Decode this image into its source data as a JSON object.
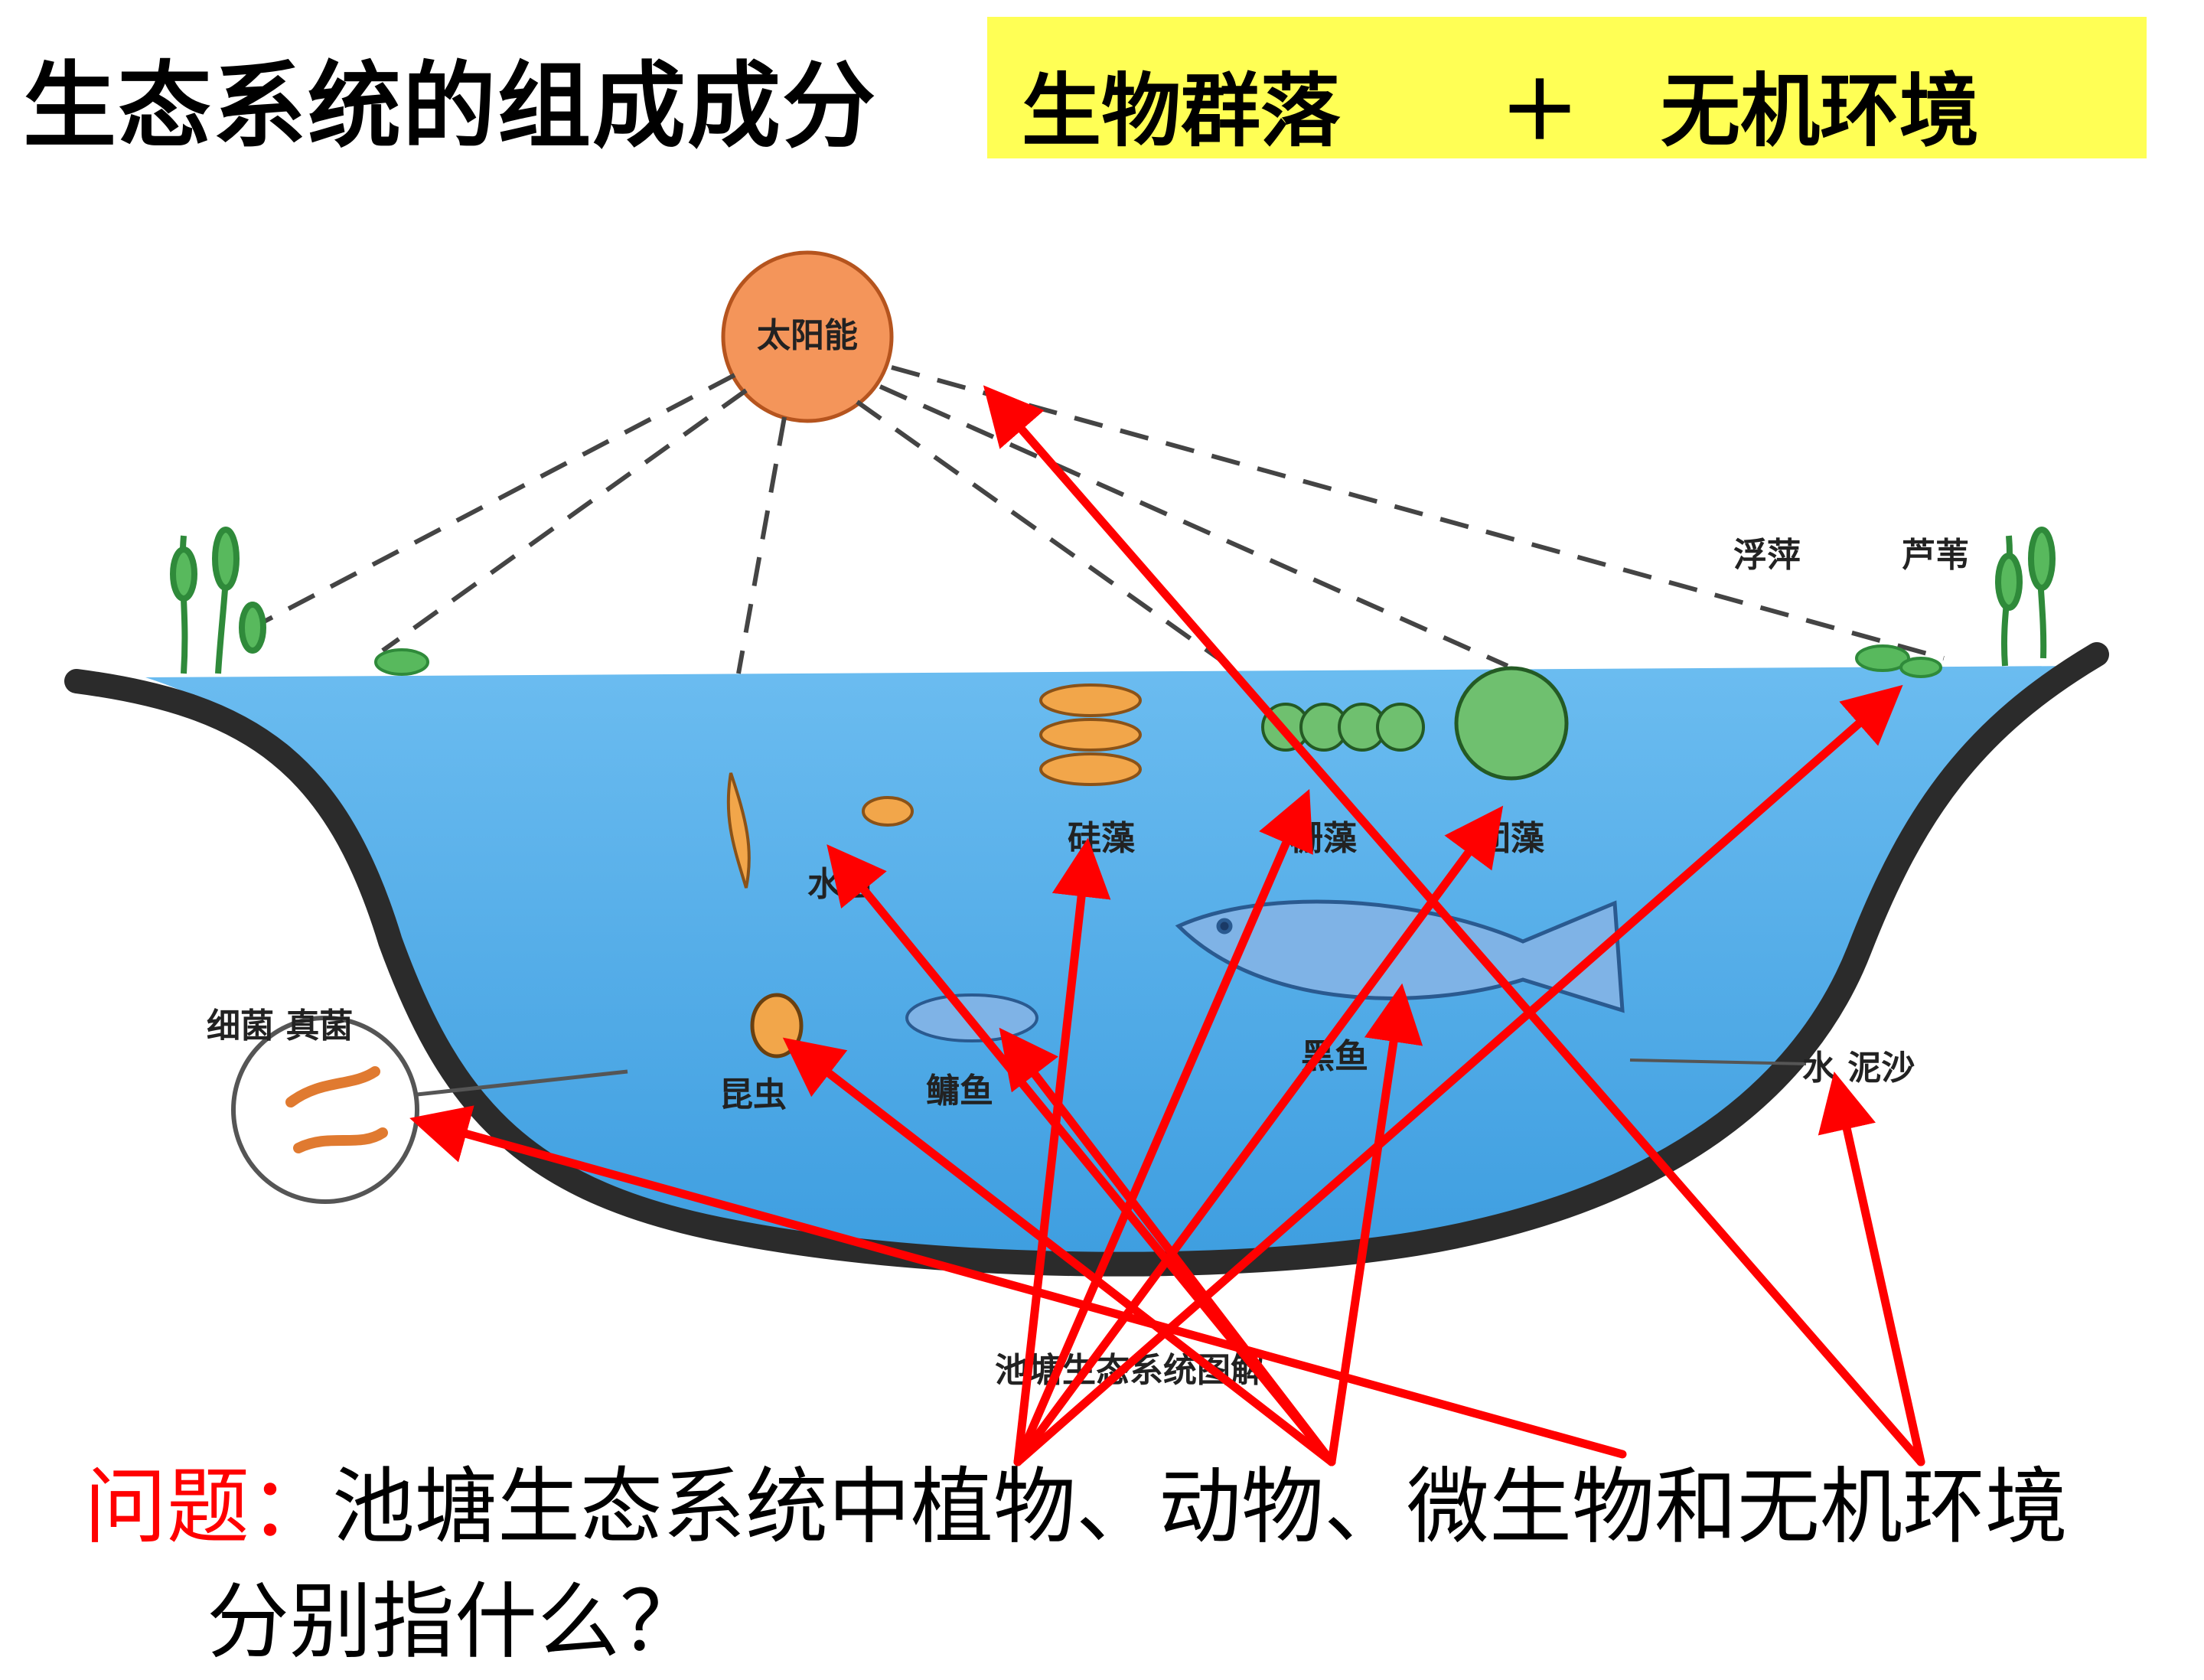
{
  "title": "生态系统的组成成分",
  "banner": {
    "left": "生物群落",
    "plus": "＋",
    "right": "无机环境"
  },
  "labels": {
    "sun": "太阳能",
    "duckweed": "浮萍",
    "reed": "芦苇",
    "diatom": "硅藻",
    "algae_a": "栅藻",
    "algae_b": "团藻",
    "water_flea": "水蚤",
    "microbes": "细菌 真菌",
    "insect": "昆虫",
    "carp": "鳙鱼",
    "fish": "黑鱼",
    "water_sand": "水  泥沙",
    "caption": "池塘生态系统图解"
  },
  "question": {
    "label": "问题：",
    "line1": "池塘生态系统中植物、动物、微生物和无机环境",
    "line2": "分别指什么？"
  },
  "colors": {
    "banner_bg": "#ffff55",
    "arrow": "#ff0000",
    "water": "#5aaee8",
    "sun": "#f4955a",
    "bank": "#2b2b2b"
  }
}
